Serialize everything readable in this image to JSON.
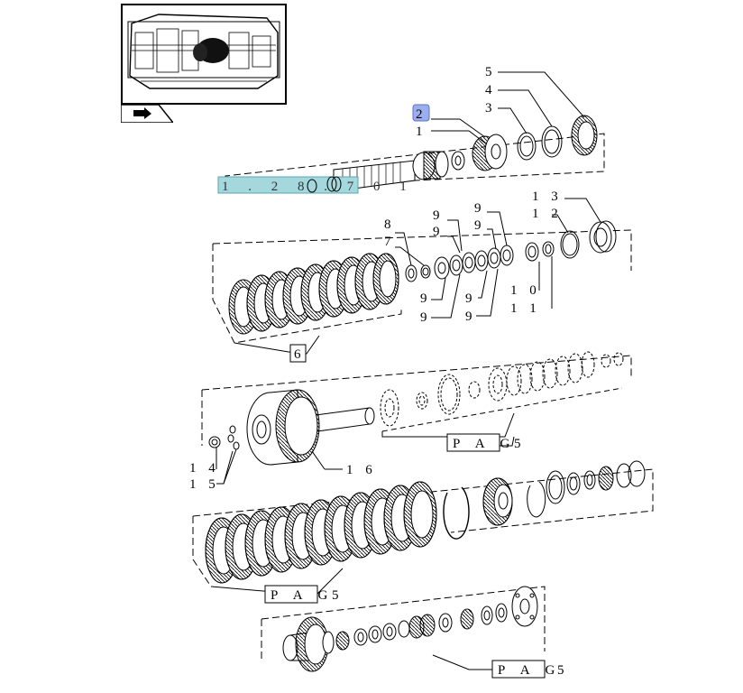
{
  "callouts": {
    "c1": "1",
    "c2": "2",
    "c3": "3",
    "c4": "4",
    "c5": "5",
    "c6": "6",
    "c7": "7",
    "c8": "8",
    "c9a": "9",
    "c9b": "9",
    "c9c": "9",
    "c9d": "9",
    "c9e": "9",
    "c9f": "9",
    "c9g": "9",
    "c10": "1 0",
    "c11": "1 1",
    "c12": "1 2",
    "c13": "1 3",
    "c14": "1 4",
    "c15": "1 5",
    "c16": "1 6"
  },
  "highlight_ref": "1 . 2 8 . 7 0 1",
  "page_refs": {
    "pag1_label": "P A G",
    "pag1_num": "5",
    "pag2_label": "P A G",
    "pag2_num": "5",
    "pag3_label": "P A G",
    "pag3_num": "5"
  },
  "icons": {
    "overview": "transmission-overview-thumbnail",
    "nav": "next-page-arrow-icon"
  },
  "colors": {
    "highlight_fill": "#a5d8dd",
    "selected_badge": "#9aaef0",
    "line": "#000000"
  }
}
